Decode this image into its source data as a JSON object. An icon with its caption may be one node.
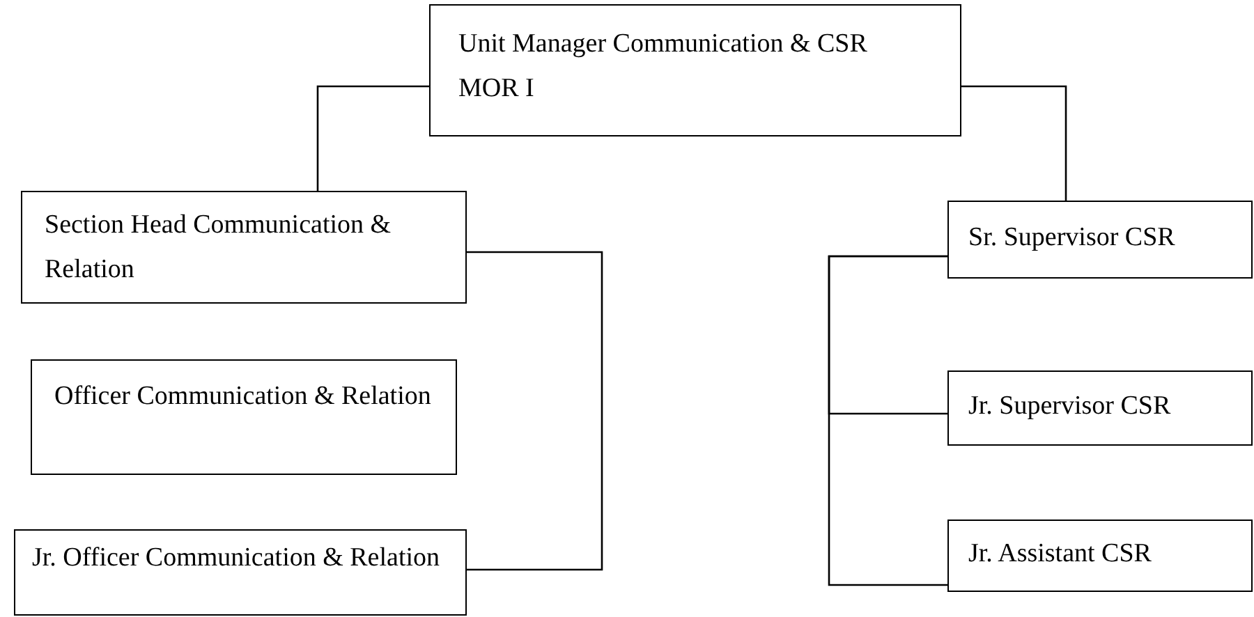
{
  "diagram": {
    "nodes": [
      {
        "text": [
          "Unit Manager Communication & CSR MOR I"
        ]
      },
      {
        "text": [
          "Section Head Communication & Relation"
        ]
      },
      {
        "text": [
          "Officer Communication & Relation"
        ]
      },
      {
        "text": [
          "Jr. Officer Communication & Relation"
        ]
      },
      {
        "text": [
          "Sr. Supervisor CSR"
        ]
      },
      {
        "text": [
          "Jr. Supervisor CSR"
        ]
      },
      {
        "text": [
          "Jr. Assistant CSR"
        ]
      }
    ],
    "edges": [
      {
        "from": 0,
        "to": 1,
        "arrow": "none"
      },
      {
        "from": 0,
        "to": 4,
        "arrow": "none"
      },
      {
        "from": 1,
        "to": 3,
        "arrow": "none"
      },
      {
        "from": 4,
        "to": 5,
        "arrow": "none"
      },
      {
        "from": 4,
        "to": 6,
        "arrow": "none"
      }
    ]
  }
}
